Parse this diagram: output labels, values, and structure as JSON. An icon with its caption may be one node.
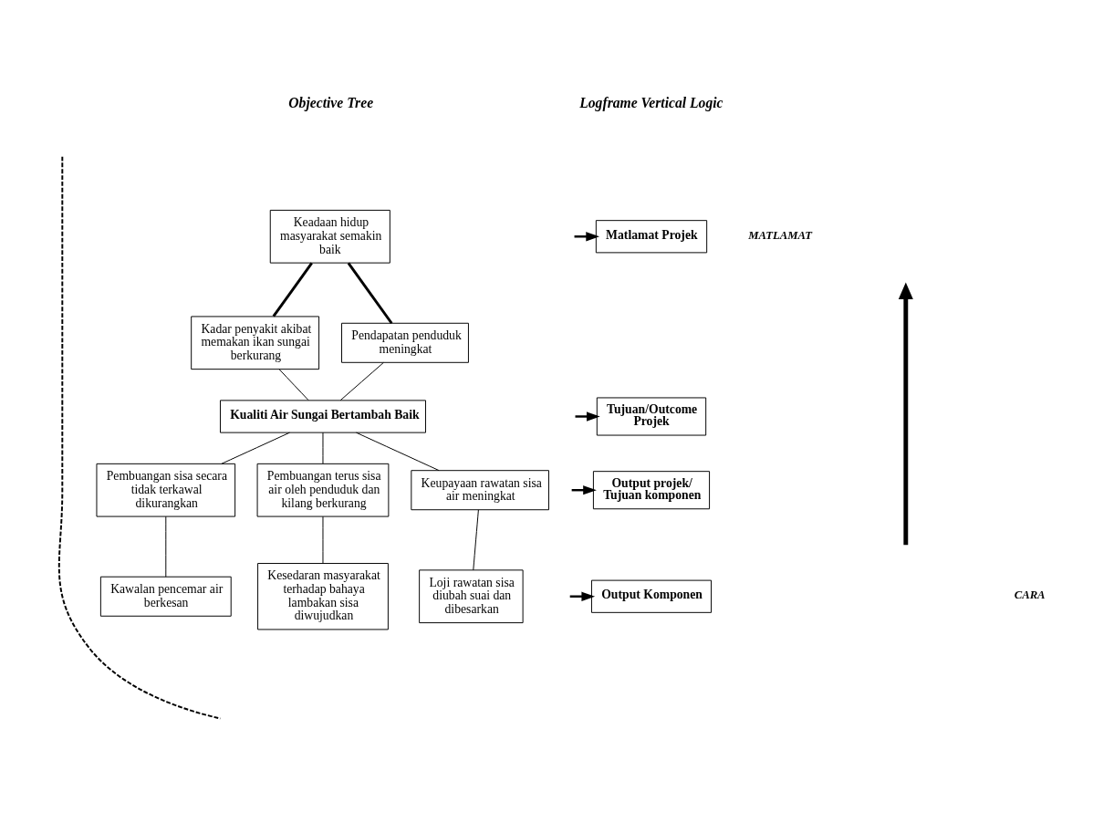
{
  "diagram": {
    "nodes": [
      {
        "text": [
          "Keadaan hidup masyarakat semakin baik"
        ]
      },
      {
        "text": [
          "Kadar penyakit akibat memakan ikan sungai berkurang"
        ]
      },
      {
        "text": [
          "Pendapatan penduduk meningkat"
        ]
      },
      {
        "text": [
          "Kualiti Air Sungai Bertambah Baik"
        ]
      },
      {
        "text": [
          "Pembuangan sisa secara tidak terkawal dikurangkan"
        ]
      },
      {
        "text": [
          "Pembuangan terus sisa air oleh penduduk dan kilang berkurang"
        ]
      },
      {
        "text": [
          "Keupayaan rawatan sisa air meningkat"
        ]
      },
      {
        "text": [
          "Kawalan pencemar air berkesan"
        ]
      },
      {
        "text": [
          "Kesedaran masyarakat terhadap bahaya lambakan sisa diwujudkan"
        ]
      },
      {
        "text": [
          "Loji rawatan sisa diubah suai dan dibesarkan"
        ]
      },
      {
        "text": [
          "Matlamat Projek"
        ]
      },
      {
        "text": [
          "Tujuan/Outcome Projek"
        ]
      },
      {
        "text": [
          "Output projek/ Tujuan komponen"
        ]
      },
      {
        "text": [
          "Output Komponen"
        ]
      }
    ],
    "edges": [
      {
        "from": 0,
        "to": 1,
        "arrow": "none",
        "style": "thick"
      },
      {
        "from": 0,
        "to": 2,
        "arrow": "none",
        "style": "thick"
      },
      {
        "from": 1,
        "to": 3,
        "arrow": "none"
      },
      {
        "from": 2,
        "to": 3,
        "arrow": "none"
      },
      {
        "from": 3,
        "to": 4,
        "arrow": "none"
      },
      {
        "from": 3,
        "to": 5,
        "arrow": "none"
      },
      {
        "from": 3,
        "to": 6,
        "arrow": "none"
      },
      {
        "from": 4,
        "to": 7,
        "arrow": "none"
      },
      {
        "from": 5,
        "to": 8,
        "arrow": "none"
      },
      {
        "from": 6,
        "to": 9,
        "arrow": "none"
      },
      {
        "from": null,
        "to": 10,
        "arrow": "to"
      },
      {
        "from": null,
        "to": 11,
        "arrow": "to"
      },
      {
        "from": null,
        "to": 12,
        "arrow": "to"
      },
      {
        "from": null,
        "to": 13,
        "arrow": "to"
      }
    ],
    "labels": [
      "Objective Tree",
      "Logframe Vertical Logic",
      "MATLAMAT",
      "CARA"
    ]
  }
}
